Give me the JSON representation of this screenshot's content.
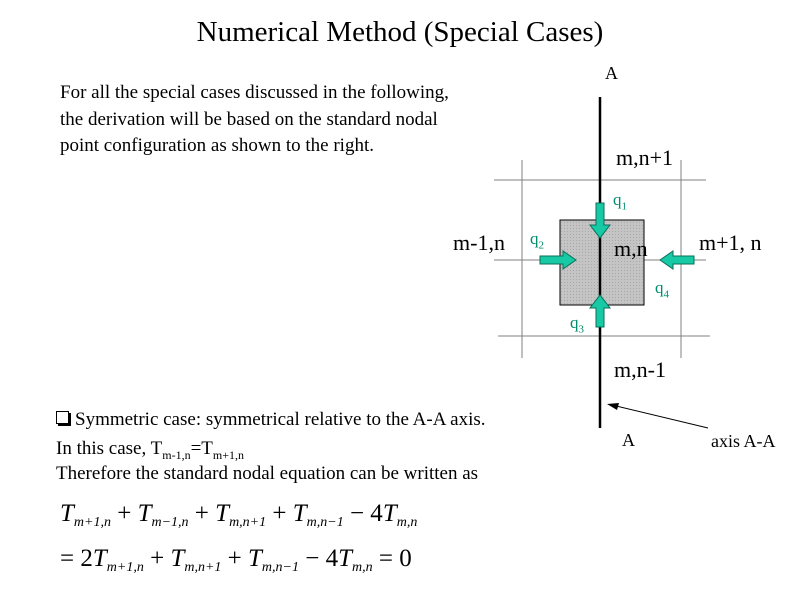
{
  "title": "Numerical Method (Special Cases)",
  "intro": "For all the special cases discussed in the following, the derivation will be based on the standard nodal point configuration as shown to the right.",
  "diagram": {
    "axis_top_label": "A",
    "axis_bottom_label": "A",
    "axis_caption": "axis A-A",
    "node_top": "m,n+1",
    "node_left": "m-1,n",
    "node_center": "m,n",
    "node_right": "m+1, n",
    "node_bottom": "m,n-1",
    "q1": {
      "base": "q",
      "sub": "1"
    },
    "q2": {
      "base": "q",
      "sub": "2"
    },
    "q3": {
      "base": "q",
      "sub": "3"
    },
    "q4": {
      "base": "q",
      "sub": "4"
    },
    "colors": {
      "arrow": "#17c9a4",
      "arrow_stroke": "#0a6f5a",
      "label": "#008c6e",
      "cell": "#c0c0c0"
    }
  },
  "body": {
    "symmetric": "Symmetric case: symmetrical relative to the A-A axis.",
    "case_prefix": "In this case, T",
    "case_sub1": "m-1,n",
    "case_eq": "=T",
    "case_sub2": "m+1,n",
    "therefore": "Therefore the standard nodal equation can be written as"
  },
  "equation1": {
    "t1": "T",
    "s1": "m+1,n",
    "op1": " + ",
    "t2": "T",
    "s2": "m−1,n",
    "op2": " + ",
    "t3": "T",
    "s3": "m,n+1",
    "op3": " + ",
    "t4": "T",
    "s4": "m,n−1",
    "op4": " − 4",
    "t5": "T",
    "s5": "m,n"
  },
  "equation2": {
    "lead": "= 2",
    "t1": "T",
    "s1": "m+1,n",
    "op1": " + ",
    "t2": "T",
    "s2": "m,n+1",
    "op2": " + ",
    "t3": "T",
    "s3": "m,n−1",
    "op3": " − 4",
    "t4": "T",
    "s4": "m,n",
    "tail": " = 0"
  }
}
